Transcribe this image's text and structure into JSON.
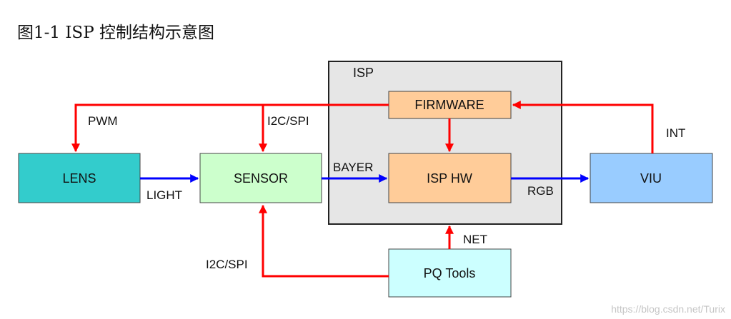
{
  "title": "图1-1  ISP 控制结构示意图",
  "container": {
    "label": "ISP"
  },
  "nodes": {
    "lens": {
      "label": "LENS",
      "fill": "#33cccc"
    },
    "sensor": {
      "label": "SENSOR",
      "fill": "#ccffcc"
    },
    "firmware": {
      "label": "FIRMWARE",
      "fill": "#ffcc99"
    },
    "isp_hw": {
      "label": "ISP HW",
      "fill": "#ffcc99"
    },
    "viu": {
      "label": "VIU",
      "fill": "#99ccff"
    },
    "pq_tools": {
      "label": "PQ Tools",
      "fill": "#ccffff"
    }
  },
  "edges": {
    "pwm": {
      "label": "PWM",
      "color": "#ff0000"
    },
    "i2c_spi_top": {
      "label": "I2C/SPI",
      "color": "#ff0000"
    },
    "int": {
      "label": "INT",
      "color": "#ff0000"
    },
    "light": {
      "label": "LIGHT",
      "color": "#0000ff"
    },
    "bayer": {
      "label": "BAYER",
      "color": "#0000ff"
    },
    "rgb": {
      "label": "RGB",
      "color": "#0000ff"
    },
    "net": {
      "label": "NET",
      "color": "#ff0000"
    },
    "i2c_spi_bottom": {
      "label": "I2C/SPI",
      "color": "#ff0000"
    },
    "fw_to_hw": {
      "color": "#ff0000"
    }
  },
  "watermark": "https://blog.csdn.net/Turix"
}
